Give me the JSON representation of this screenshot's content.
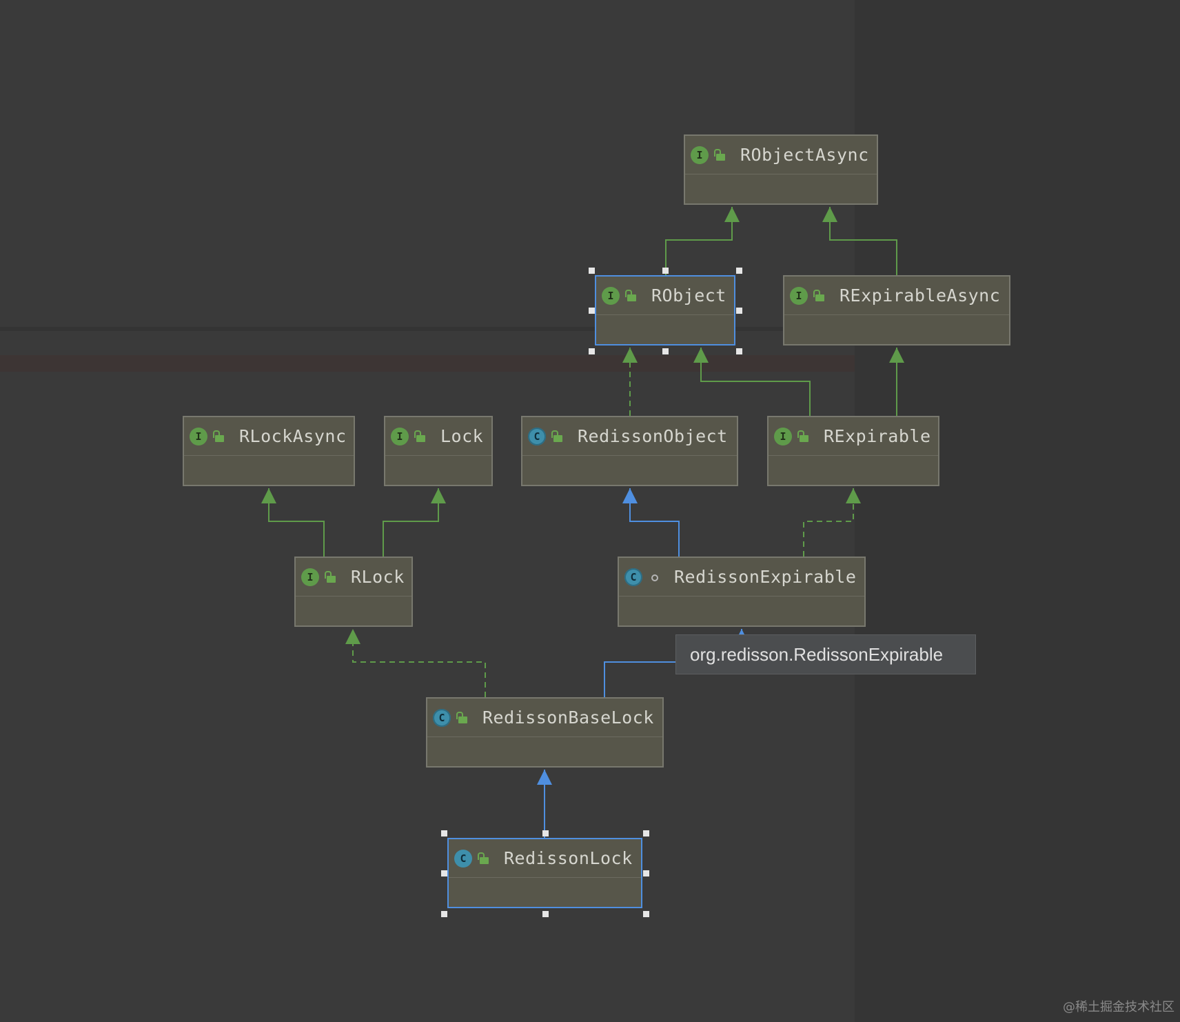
{
  "diagram": {
    "nodes": [
      {
        "id": "RObjectAsync",
        "label": "RObjectAsync",
        "kind": "interface",
        "badge": "I",
        "visibility": "public"
      },
      {
        "id": "RObject",
        "label": "RObject",
        "kind": "interface",
        "badge": "I",
        "visibility": "public",
        "selected": true
      },
      {
        "id": "RExpirableAsync",
        "label": "RExpirableAsync",
        "kind": "interface",
        "badge": "I",
        "visibility": "public"
      },
      {
        "id": "RLockAsync",
        "label": "RLockAsync",
        "kind": "interface",
        "badge": "I",
        "visibility": "public"
      },
      {
        "id": "Lock",
        "label": "Lock",
        "kind": "interface",
        "badge": "I",
        "visibility": "public"
      },
      {
        "id": "RedissonObject",
        "label": "RedissonObject",
        "kind": "abstract-class",
        "badge": "C",
        "visibility": "public"
      },
      {
        "id": "RExpirable",
        "label": "RExpirable",
        "kind": "interface",
        "badge": "I",
        "visibility": "public"
      },
      {
        "id": "RLock",
        "label": "RLock",
        "kind": "interface",
        "badge": "I",
        "visibility": "public"
      },
      {
        "id": "RedissonExpirable",
        "label": "RedissonExpirable",
        "kind": "abstract-class",
        "badge": "C",
        "visibility": "package"
      },
      {
        "id": "RedissonBaseLock",
        "label": "RedissonBaseLock",
        "kind": "abstract-class",
        "badge": "C",
        "visibility": "public"
      },
      {
        "id": "RedissonLock",
        "label": "RedissonLock",
        "kind": "class",
        "badge": "C",
        "visibility": "public",
        "selected": true
      }
    ],
    "edges": [
      {
        "from": "RObject",
        "to": "RObjectAsync",
        "type": "extends",
        "style": "solid",
        "color": "#5f9b4a"
      },
      {
        "from": "RExpirableAsync",
        "to": "RObjectAsync",
        "type": "extends",
        "style": "solid",
        "color": "#5f9b4a"
      },
      {
        "from": "RedissonObject",
        "to": "RObject",
        "type": "implements",
        "style": "dashed",
        "color": "#5f9b4a"
      },
      {
        "from": "RExpirable",
        "to": "RObject",
        "type": "extends",
        "style": "solid",
        "color": "#5f9b4a"
      },
      {
        "from": "RExpirable",
        "to": "RExpirableAsync",
        "type": "extends",
        "style": "solid",
        "color": "#5f9b4a"
      },
      {
        "from": "RLock",
        "to": "RLockAsync",
        "type": "extends",
        "style": "solid",
        "color": "#5f9b4a"
      },
      {
        "from": "RLock",
        "to": "Lock",
        "type": "extends",
        "style": "solid",
        "color": "#5f9b4a"
      },
      {
        "from": "RedissonExpirable",
        "to": "RedissonObject",
        "type": "extends",
        "style": "solid",
        "color": "#4f8fe0"
      },
      {
        "from": "RedissonExpirable",
        "to": "RExpirable",
        "type": "implements",
        "style": "dashed",
        "color": "#5f9b4a"
      },
      {
        "from": "RedissonBaseLock",
        "to": "RLock",
        "type": "implements",
        "style": "dashed",
        "color": "#5f9b4a"
      },
      {
        "from": "RedissonBaseLock",
        "to": "RedissonExpirable",
        "type": "extends",
        "style": "solid",
        "color": "#4f8fe0"
      },
      {
        "from": "RedissonLock",
        "to": "RedissonBaseLock",
        "type": "extends",
        "style": "solid",
        "color": "#4f8fe0"
      }
    ]
  },
  "tooltip": {
    "text": "org.redisson.RedissonExpirable"
  },
  "watermark": {
    "text": "@稀土掘金技术社区"
  },
  "colors": {
    "background": "#3a3a3a",
    "node_fill": "#57564a",
    "node_border": "#78786e",
    "selected_border": "#4f8fe0",
    "interface_badge": "#5f9b4a",
    "class_badge": "#3e8fab",
    "inherit_edge": "#4f8fe0",
    "interface_edge": "#5f9b4a"
  }
}
